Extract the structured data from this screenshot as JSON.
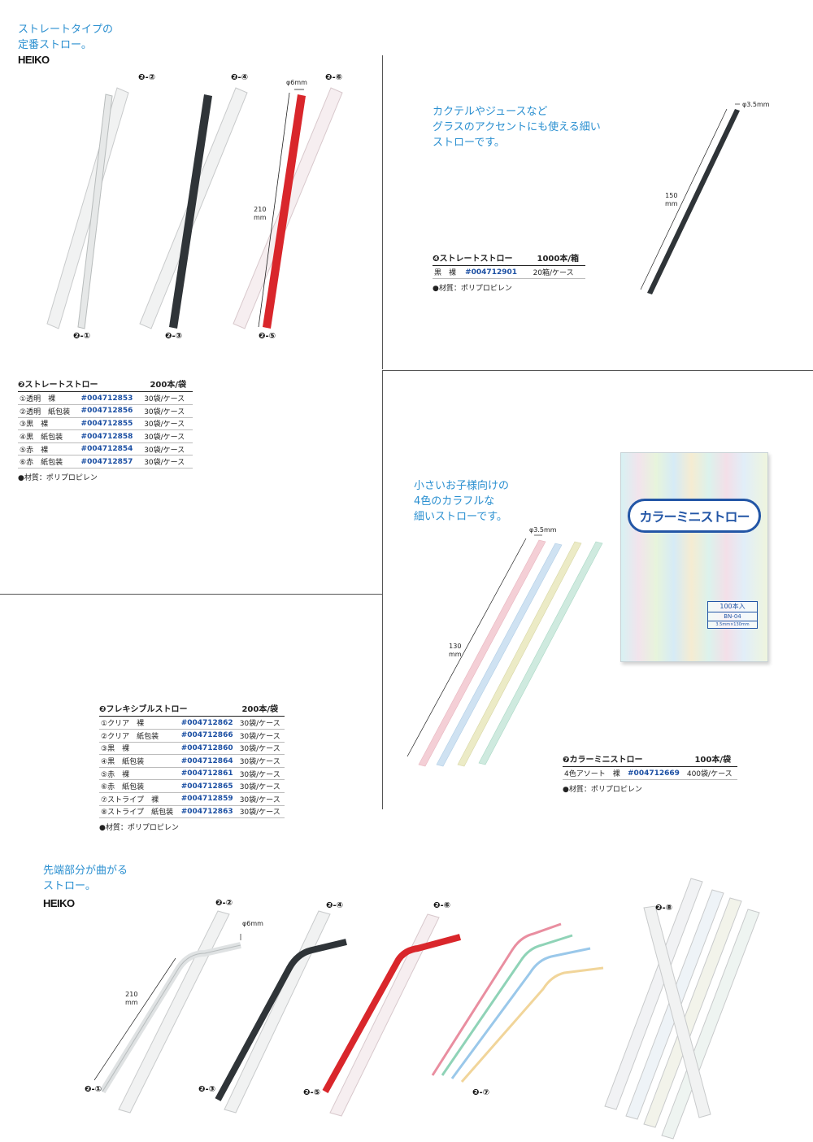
{
  "section_straight": {
    "lead": "ストレートタイプの\n定番ストロー。",
    "brand": "HEIKO",
    "tags": {
      "t1": "❷-①",
      "t2": "❷-②",
      "t3": "❷-③",
      "t4": "❷-④",
      "t5": "❷-⑤",
      "t6": "❷-⑥"
    },
    "dim_diameter": "φ6mm",
    "dim_length": "210\nmm",
    "spec": {
      "title": "❷ストレートストロー",
      "unit": "200本/袋",
      "rows": [
        [
          "①透明　裸",
          "#004712853",
          "30袋/ケース"
        ],
        [
          "②透明　紙包装",
          "#004712856",
          "30袋/ケース"
        ],
        [
          "③黒　裸",
          "#004712855",
          "30袋/ケース"
        ],
        [
          "④黒　紙包装",
          "#004712858",
          "30袋/ケース"
        ],
        [
          "⑤赤　裸",
          "#004712854",
          "30袋/ケース"
        ],
        [
          "⑥赤　紙包装",
          "#004712857",
          "30袋/ケース"
        ]
      ],
      "note": "●材質：ポリプロピレン"
    }
  },
  "section_thin": {
    "lead": "カクテルやジュースなど\nグラスのアクセントにも使える細い\nストローです。",
    "dim_diameter": "φ3.5mm",
    "dim_length": "150\nmm",
    "spec": {
      "title": "❹ストレートストロー",
      "unit": "1000本/箱",
      "rows": [
        [
          "黒　裸",
          "#004712901",
          "20箱/ケース"
        ]
      ],
      "note": "●材質：ポリプロピレン"
    }
  },
  "section_mini": {
    "lead": "小さいお子様向けの\n4色のカラフルな\n細いストローです。",
    "dim_diameter": "φ3.5mm",
    "dim_length": "130\nmm",
    "package_label": "カラーミニストロー",
    "package_count": "100本入",
    "package_code": "BN-04",
    "package_size": "3.5mm×130mm",
    "spec": {
      "title": "❼カラーミニストロー",
      "unit": "100本/袋",
      "rows": [
        [
          "4色アソート　裸",
          "#004712669",
          "400袋/ケース"
        ]
      ],
      "note": "●材質：ポリプロピレン"
    }
  },
  "section_flex_spec": {
    "title": "❷フレキシブルストロー",
    "unit": "200本/袋",
    "rows": [
      [
        "①クリア　裸",
        "#004712862",
        "30袋/ケース"
      ],
      [
        "②クリア　紙包装",
        "#004712866",
        "30袋/ケース"
      ],
      [
        "③黒　裸",
        "#004712860",
        "30袋/ケース"
      ],
      [
        "④黒　紙包装",
        "#004712864",
        "30袋/ケース"
      ],
      [
        "⑤赤　裸",
        "#004712861",
        "30袋/ケース"
      ],
      [
        "⑥赤　紙包装",
        "#004712865",
        "30袋/ケース"
      ],
      [
        "⑦ストライプ　裸",
        "#004712859",
        "30袋/ケース"
      ],
      [
        "⑧ストライプ　紙包装",
        "#004712863",
        "30袋/ケース"
      ]
    ],
    "note": "●材質：ポリプロピレン"
  },
  "section_flex": {
    "lead": "先端部分が曲がる\nストロー。",
    "brand": "HEIKO",
    "dim_diameter": "φ6mm",
    "dim_length": "210\nmm",
    "tags": {
      "t1": "❷-①",
      "t2": "❷-②",
      "t3": "❷-③",
      "t4": "❷-④",
      "t5": "❷-⑤",
      "t6": "❷-⑥",
      "t7": "❷-⑦",
      "t8": "❷-⑧"
    }
  },
  "colors": {
    "accent_blue": "#2a8fd0",
    "code_blue": "#1b4fa3",
    "straw_black": "#2f3438",
    "straw_red": "#d9262b"
  }
}
